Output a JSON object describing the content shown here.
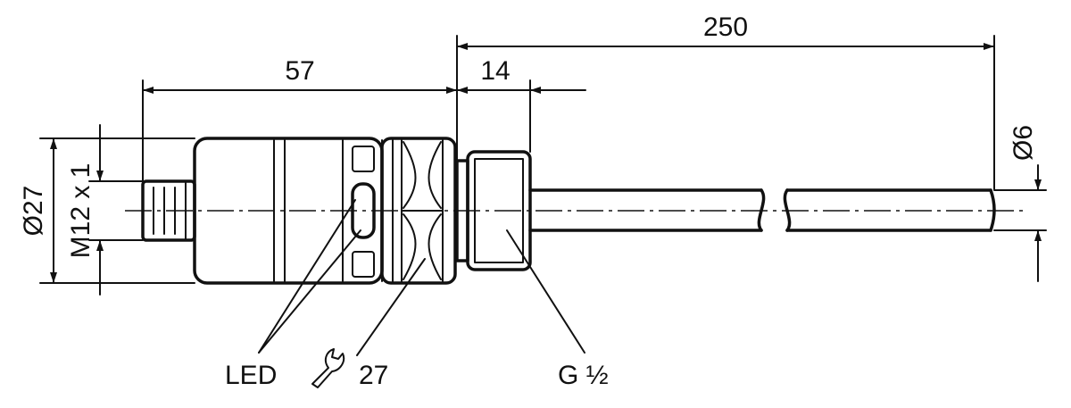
{
  "dimensions": {
    "overall_cable_length": "250",
    "housing_length": "57",
    "thread_length": "14",
    "cable_diameter": "Ø6",
    "housing_diameter": "Ø27",
    "connector_thread": "M12 x 1"
  },
  "callouts": {
    "led": "LED",
    "wrench_size": "27",
    "process_thread": "G ½"
  },
  "icons": {
    "wrench": "wrench-icon"
  }
}
